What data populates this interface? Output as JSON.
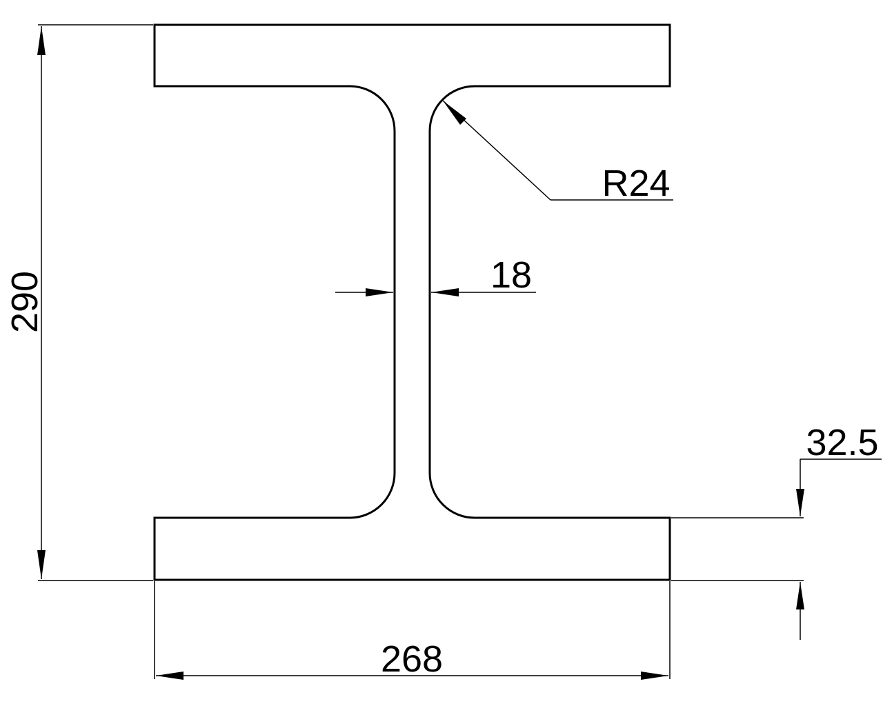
{
  "drawing": {
    "type": "I-beam cross-section",
    "colors": {
      "background": "#ffffff",
      "line": "#000000"
    },
    "dimensions": {
      "height": "290",
      "width": "268",
      "web_thickness": "18",
      "fillet_radius": "R24",
      "flange_thickness": "32.5"
    }
  }
}
